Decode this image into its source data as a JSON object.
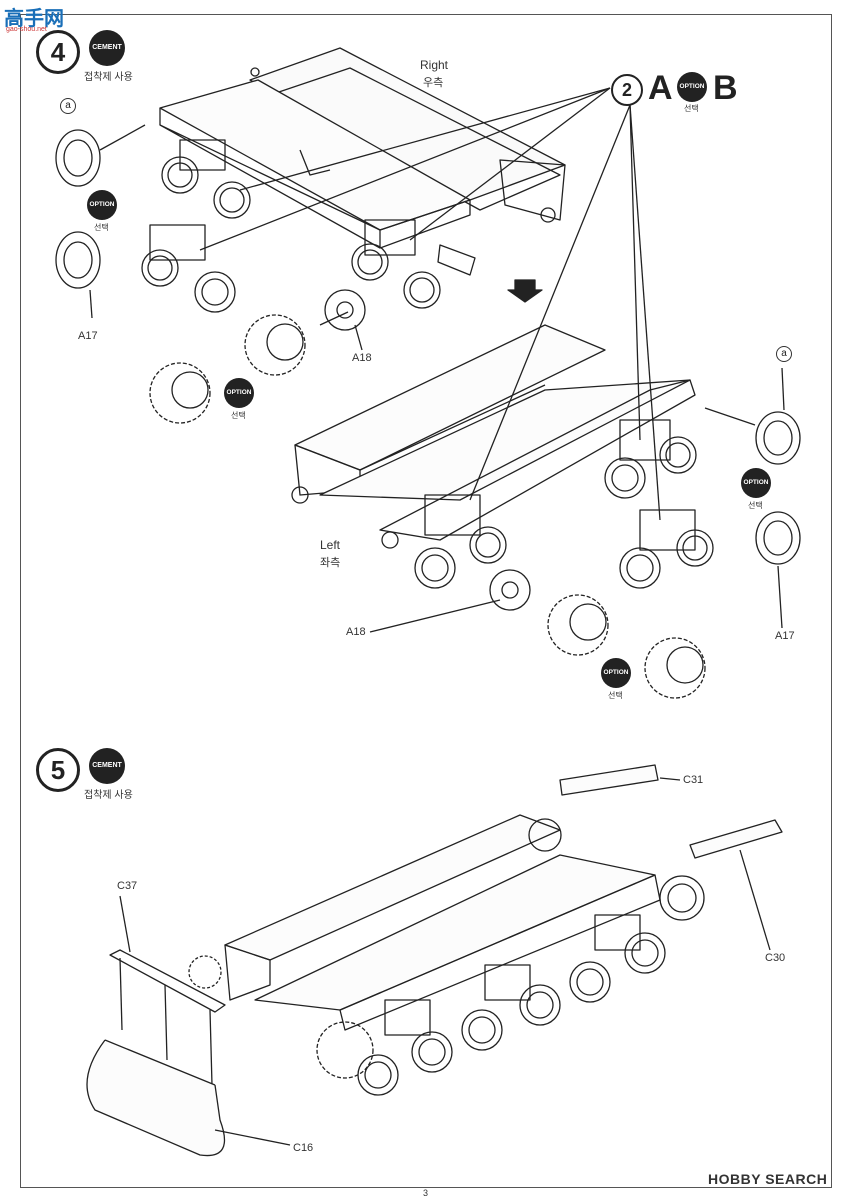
{
  "watermark_top_left": {
    "main": "高手网",
    "sub": "gao-shou.net"
  },
  "watermark_bottom_right": {
    "text": "HOBBY SEARCH"
  },
  "page_number": "3",
  "step4": {
    "number": "4",
    "cement_badge": "CEMENT",
    "cement_caption": "접착제 사용",
    "right_en": "Right",
    "right_kr": "우측",
    "left_en": "Left",
    "left_kr": "좌측",
    "ref_step": "2",
    "option_a": "A",
    "option_b": "B",
    "option_badge": "OPTION",
    "option_caption": "선택",
    "marker_a": "a",
    "part_a17": "A17",
    "part_a18": "A18"
  },
  "step5": {
    "number": "5",
    "cement_badge": "CEMENT",
    "cement_caption": "접착제 사용",
    "part_c31": "C31",
    "part_c30": "C30",
    "part_c37": "C37",
    "part_c16": "C16"
  }
}
